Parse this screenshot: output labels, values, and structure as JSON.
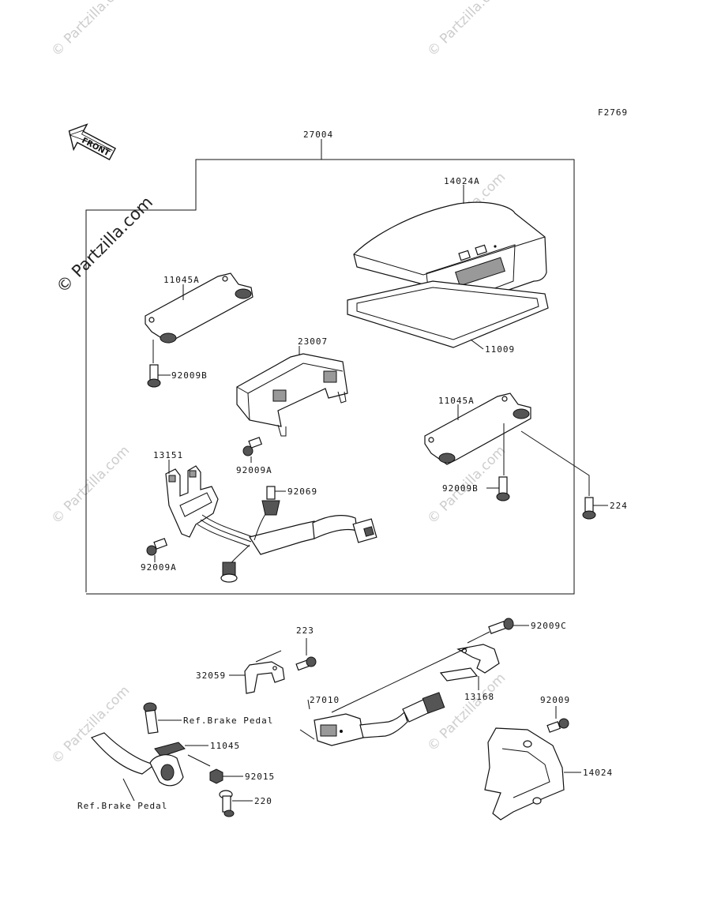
{
  "figure_code": "F2769",
  "front_label": "FRONT",
  "watermark": "© Partzilla.com",
  "parts": {
    "assembly": "27004",
    "cover_top": "14024A",
    "gasket": "11009",
    "bracket_left": "11045A",
    "bolt_left": "92009B",
    "housing": "23007",
    "bolt_housing": "92009A",
    "bracket_right": "11045A",
    "bolt_right": "92009B",
    "screw_224": "224",
    "switch": "13151",
    "grommet": "92069",
    "bolt_switch": "92009A",
    "bolt_92009c": "92009C",
    "bolt_223": "223",
    "bracket_32059": "32059",
    "switch_27010": "27010",
    "bracket_13168": "13168",
    "bolt_92009": "92009",
    "cover_14024": "14024",
    "ref_brake_1": "Ref.Brake Pedal",
    "clamp_11045": "11045",
    "nut_92015": "92015",
    "bolt_220": "220",
    "ref_brake_2": "Ref.Brake Pedal"
  }
}
